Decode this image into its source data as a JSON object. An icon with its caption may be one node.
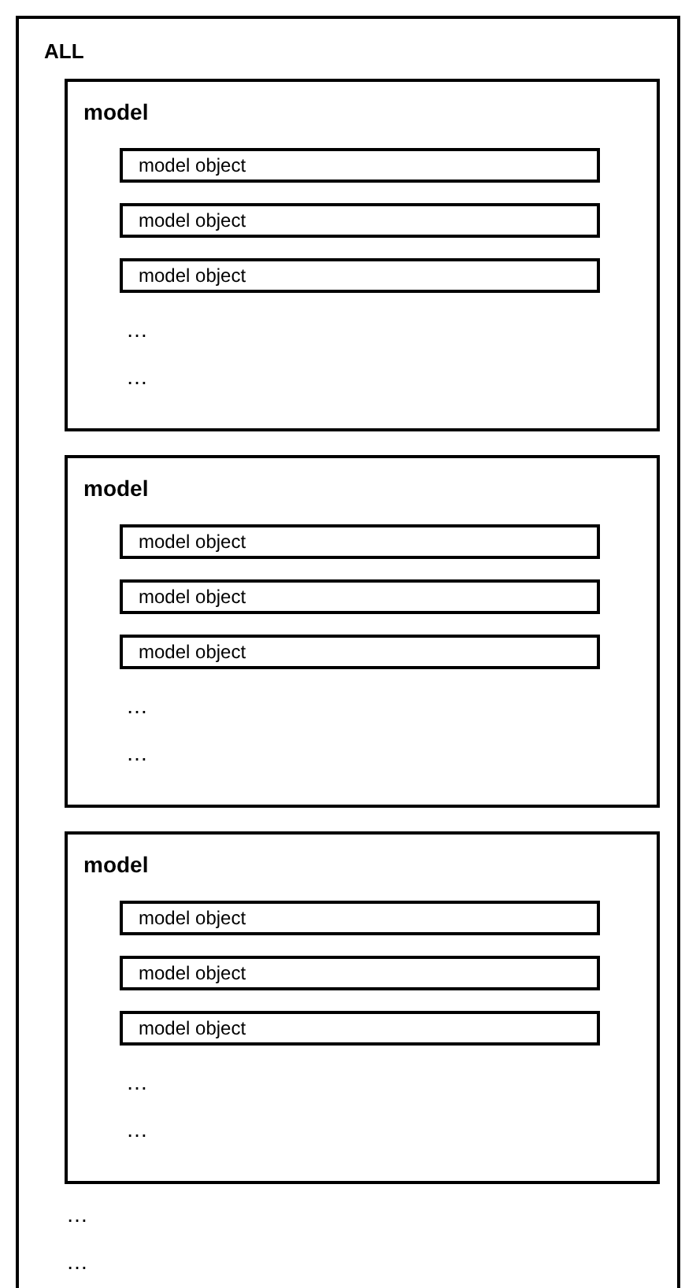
{
  "diagram": {
    "nodes": [
      {
        "text": [
          "ALL",
          "…",
          "…"
        ]
      },
      {
        "text": [
          "model",
          "…",
          "…"
        ],
        "in": 0
      },
      {
        "text": [
          "model object"
        ],
        "in": 1
      },
      {
        "text": [
          "model object"
        ],
        "in": 1
      },
      {
        "text": [
          "model object"
        ],
        "in": 1
      },
      {
        "text": [
          "model",
          "…",
          "…"
        ],
        "in": 0
      },
      {
        "text": [
          "model object"
        ],
        "in": 5
      },
      {
        "text": [
          "model object"
        ],
        "in": 5
      },
      {
        "text": [
          "model object"
        ],
        "in": 5
      },
      {
        "text": [
          "model",
          "…",
          "…"
        ],
        "in": 0
      },
      {
        "text": [
          "model object"
        ],
        "in": 9
      },
      {
        "text": [
          "model object"
        ],
        "in": 9
      },
      {
        "text": [
          "model object"
        ],
        "in": 9
      }
    ]
  }
}
